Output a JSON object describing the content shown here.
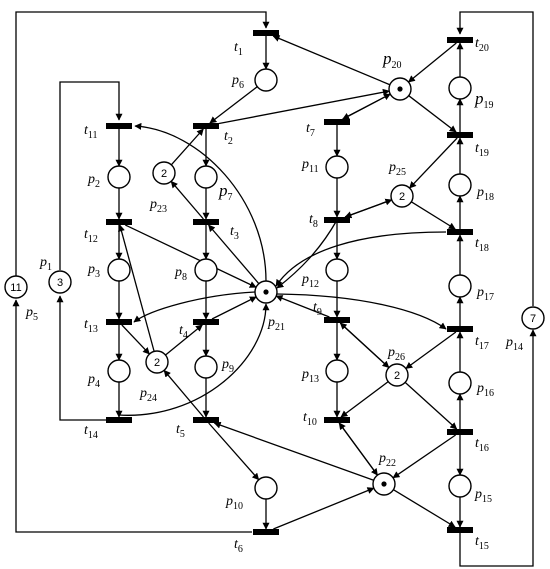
{
  "places": [
    {
      "id": "p1",
      "label": "p",
      "sub": "1",
      "tokens": "3"
    },
    {
      "id": "p2",
      "label": "p",
      "sub": "2",
      "tokens": ""
    },
    {
      "id": "p3",
      "label": "p",
      "sub": "3",
      "tokens": ""
    },
    {
      "id": "p4",
      "label": "p",
      "sub": "4",
      "tokens": ""
    },
    {
      "id": "p5",
      "label": "p",
      "sub": "5",
      "tokens": "11"
    },
    {
      "id": "p6",
      "label": "p",
      "sub": "6",
      "tokens": ""
    },
    {
      "id": "p7",
      "label": "p",
      "sub": "7",
      "tokens": ""
    },
    {
      "id": "p8",
      "label": "p",
      "sub": "8",
      "tokens": ""
    },
    {
      "id": "p9",
      "label": "p",
      "sub": "9",
      "tokens": ""
    },
    {
      "id": "p10",
      "label": "p",
      "sub": "10",
      "tokens": ""
    },
    {
      "id": "p11",
      "label": "p",
      "sub": "11",
      "tokens": ""
    },
    {
      "id": "p12",
      "label": "p",
      "sub": "12",
      "tokens": ""
    },
    {
      "id": "p13",
      "label": "p",
      "sub": "13",
      "tokens": ""
    },
    {
      "id": "p14",
      "label": "p",
      "sub": "14",
      "tokens": "7"
    },
    {
      "id": "p15",
      "label": "p",
      "sub": "15",
      "tokens": ""
    },
    {
      "id": "p16",
      "label": "p",
      "sub": "16",
      "tokens": ""
    },
    {
      "id": "p17",
      "label": "p",
      "sub": "17",
      "tokens": ""
    },
    {
      "id": "p18",
      "label": "p",
      "sub": "18",
      "tokens": ""
    },
    {
      "id": "p19",
      "label": "p",
      "sub": "19",
      "tokens": ""
    },
    {
      "id": "p20",
      "label": "p",
      "sub": "20",
      "tokens": "•"
    },
    {
      "id": "p21",
      "label": "p",
      "sub": "21",
      "tokens": "•"
    },
    {
      "id": "p22",
      "label": "p",
      "sub": "22",
      "tokens": "•"
    },
    {
      "id": "p23",
      "label": "p",
      "sub": "23",
      "tokens": "2"
    },
    {
      "id": "p24",
      "label": "p",
      "sub": "24",
      "tokens": "2"
    },
    {
      "id": "p25",
      "label": "p",
      "sub": "25",
      "tokens": "2"
    },
    {
      "id": "p26",
      "label": "p",
      "sub": "26",
      "tokens": "2"
    }
  ],
  "transitions": [
    {
      "id": "t1",
      "label": "t",
      "sub": "1"
    },
    {
      "id": "t2",
      "label": "t",
      "sub": "2"
    },
    {
      "id": "t3",
      "label": "t",
      "sub": "3"
    },
    {
      "id": "t4",
      "label": "t",
      "sub": "4"
    },
    {
      "id": "t5",
      "label": "t",
      "sub": "5"
    },
    {
      "id": "t6",
      "label": "t",
      "sub": "6"
    },
    {
      "id": "t7",
      "label": "t",
      "sub": "7"
    },
    {
      "id": "t8",
      "label": "t",
      "sub": "8"
    },
    {
      "id": "t9",
      "label": "t",
      "sub": "9"
    },
    {
      "id": "t10",
      "label": "t",
      "sub": "10"
    },
    {
      "id": "t11",
      "label": "t",
      "sub": "11"
    },
    {
      "id": "t12",
      "label": "t",
      "sub": "12"
    },
    {
      "id": "t13",
      "label": "t",
      "sub": "13"
    },
    {
      "id": "t14",
      "label": "t",
      "sub": "14"
    },
    {
      "id": "t15",
      "label": "t",
      "sub": "15"
    },
    {
      "id": "t16",
      "label": "t",
      "sub": "16"
    },
    {
      "id": "t17",
      "label": "t",
      "sub": "17"
    },
    {
      "id": "t18",
      "label": "t",
      "sub": "18"
    },
    {
      "id": "t19",
      "label": "t",
      "sub": "19"
    },
    {
      "id": "t20",
      "label": "t",
      "sub": "20"
    }
  ]
}
